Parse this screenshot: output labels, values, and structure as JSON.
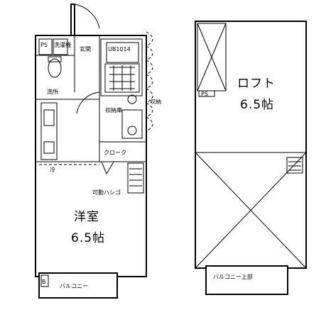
{
  "floor_1": {
    "ps": "PS",
    "washer": "洗濯機",
    "entrance": "玄関",
    "unit_bath": "UB1014",
    "washroom": "洗所",
    "storage": "収納庫",
    "closet": "クローク",
    "kitchen_mark": "冷",
    "ladder": "可動ハシゴ",
    "storage_right": "収納",
    "room_name": "洋室",
    "room_size": "6.5帖",
    "balcony_b": "B",
    "balcony": "バルコニー"
  },
  "floor_2": {
    "room_name": "ロフト",
    "room_size": "6.5帖",
    "ps": "PS",
    "balcony": "バルコニー上部"
  }
}
